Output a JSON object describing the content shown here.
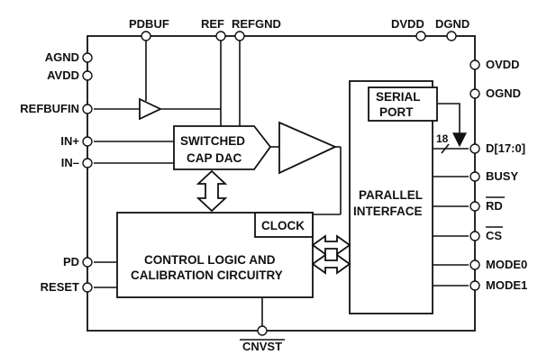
{
  "pins": {
    "top": [
      "PDBUF",
      "REF",
      "REFGND",
      "DVDD",
      "DGND"
    ],
    "left": [
      "AGND",
      "AVDD",
      "REFBUFIN",
      "IN+",
      "IN–",
      "PD",
      "RESET"
    ],
    "right": [
      "OVDD",
      "OGND",
      "D[17:0]",
      "BUSY",
      "RD",
      "CS",
      "MODE0",
      "MODE1"
    ],
    "bottom": [
      "CNVST"
    ]
  },
  "blocks": {
    "dac_line1": "SWITCHED",
    "dac_line2": "CAP DAC",
    "control_line1": "CONTROL LOGIC AND",
    "control_line2": "CALIBRATION CIRCUITRY",
    "clock": "CLOCK",
    "serial_line1": "SERIAL",
    "serial_line2": "PORT",
    "parallel_line1": "PARALLEL",
    "parallel_line2": "INTERFACE"
  },
  "bus_width": "18",
  "colors": {
    "stroke": "#111111",
    "background": "#ffffff"
  }
}
